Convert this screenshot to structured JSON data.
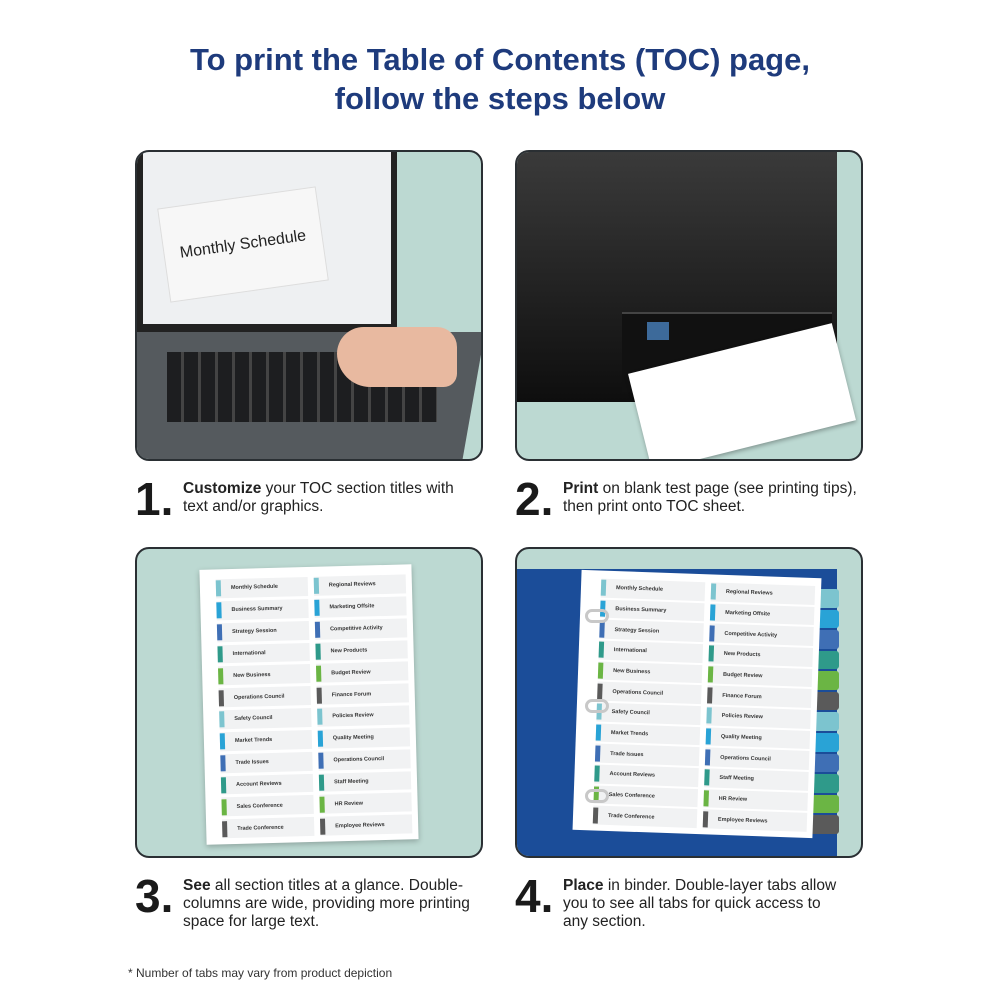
{
  "title": {
    "line1": "To print the Table of Contents (TOC) page,",
    "line2": "follow the steps below"
  },
  "panel1": {
    "screen_text": "Monthly Schedule"
  },
  "toc_entries": [
    "Monthly Schedule",
    "Business Summary",
    "Strategy Session",
    "International",
    "New Business",
    "Operations Council",
    "Safety Council",
    "Market Trends",
    "Trade Issues",
    "Account Reviews",
    "Sales Conference",
    "Trade Conference",
    "Regional Reviews",
    "Marketing Offsite",
    "Competitive Activity",
    "New Products",
    "Budget Review",
    "Finance Forum",
    "Policies Review",
    "Quality Meeting",
    "Operations Council",
    "Staff Meeting",
    "HR Review",
    "Employee Reviews"
  ],
  "tab_colors": [
    "#7cc4cf",
    "#29a3d6",
    "#3f6fb5",
    "#2f9a8a",
    "#6bb544",
    "#5a5a5a"
  ],
  "steps": [
    {
      "number": "1.",
      "bold": "Customize",
      "text": " your TOC section titles with text and/or graphics."
    },
    {
      "number": "2.",
      "bold": "Print",
      "text": " on blank test page (see printing tips), then print onto TOC sheet."
    },
    {
      "number": "3.",
      "bold": "See",
      "text": " all section titles at a glance. Double-columns are wide, providing more printing space for large text."
    },
    {
      "number": "4.",
      "bold": "Place",
      "text": " in binder. Double-layer tabs allow you to see all tabs for quick access to any section."
    }
  ],
  "footnote": "* Number of tabs may vary from product depiction"
}
